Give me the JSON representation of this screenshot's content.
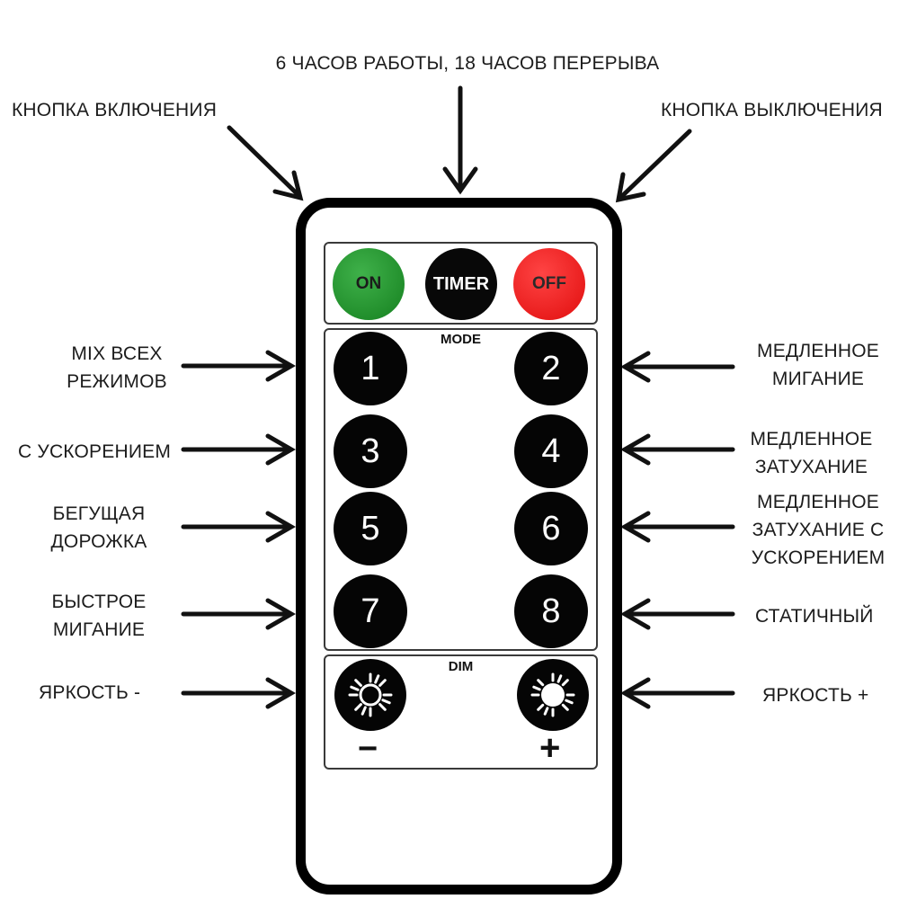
{
  "top_labels": {
    "timer": "6 ЧАСОВ РАБОТЫ, 18 ЧАСОВ ПЕРЕРЫВА",
    "on": "КНОПКА ВКЛЮЧЕНИЯ",
    "off": "КНОПКА ВЫКЛЮЧЕНИЯ"
  },
  "remote": {
    "on_label": "ON",
    "timer_label": "TIMER",
    "off_label": "OFF",
    "mode_title": "MODE",
    "dim_title": "DIM",
    "buttons": [
      "1",
      "2",
      "3",
      "4",
      "5",
      "6",
      "7",
      "8"
    ],
    "minus_sign": "−",
    "plus_sign": "+"
  },
  "left_labels": [
    [
      "MIX ВСЕХ",
      "РЕЖИМОВ"
    ],
    [
      "С УСКОРЕНИЕМ"
    ],
    [
      "БЕГУЩАЯ",
      "ДОРОЖКА"
    ],
    [
      "БЫСТРОЕ",
      "МИГАНИЕ"
    ],
    [
      "ЯРКОСТЬ  -"
    ]
  ],
  "right_labels": [
    [
      "МЕДЛЕННОЕ",
      "МИГАНИЕ"
    ],
    [
      "МЕДЛЕННОЕ",
      "ЗАТУХАНИЕ"
    ],
    [
      "МЕДЛЕННОЕ",
      "ЗАТУХАНИЕ С",
      "УСКОРЕНИЕМ"
    ],
    [
      "СТАТИЧНЫЙ"
    ],
    [
      "ЯРКОСТЬ  +"
    ]
  ],
  "colors": {
    "on": "#1f8f2b",
    "off": "#ee1c1c",
    "button": "#050505"
  },
  "icons": {
    "arrow": "arrow-icon",
    "brightness_down": "sun-outline-icon",
    "brightness_up": "sun-filled-icon"
  }
}
